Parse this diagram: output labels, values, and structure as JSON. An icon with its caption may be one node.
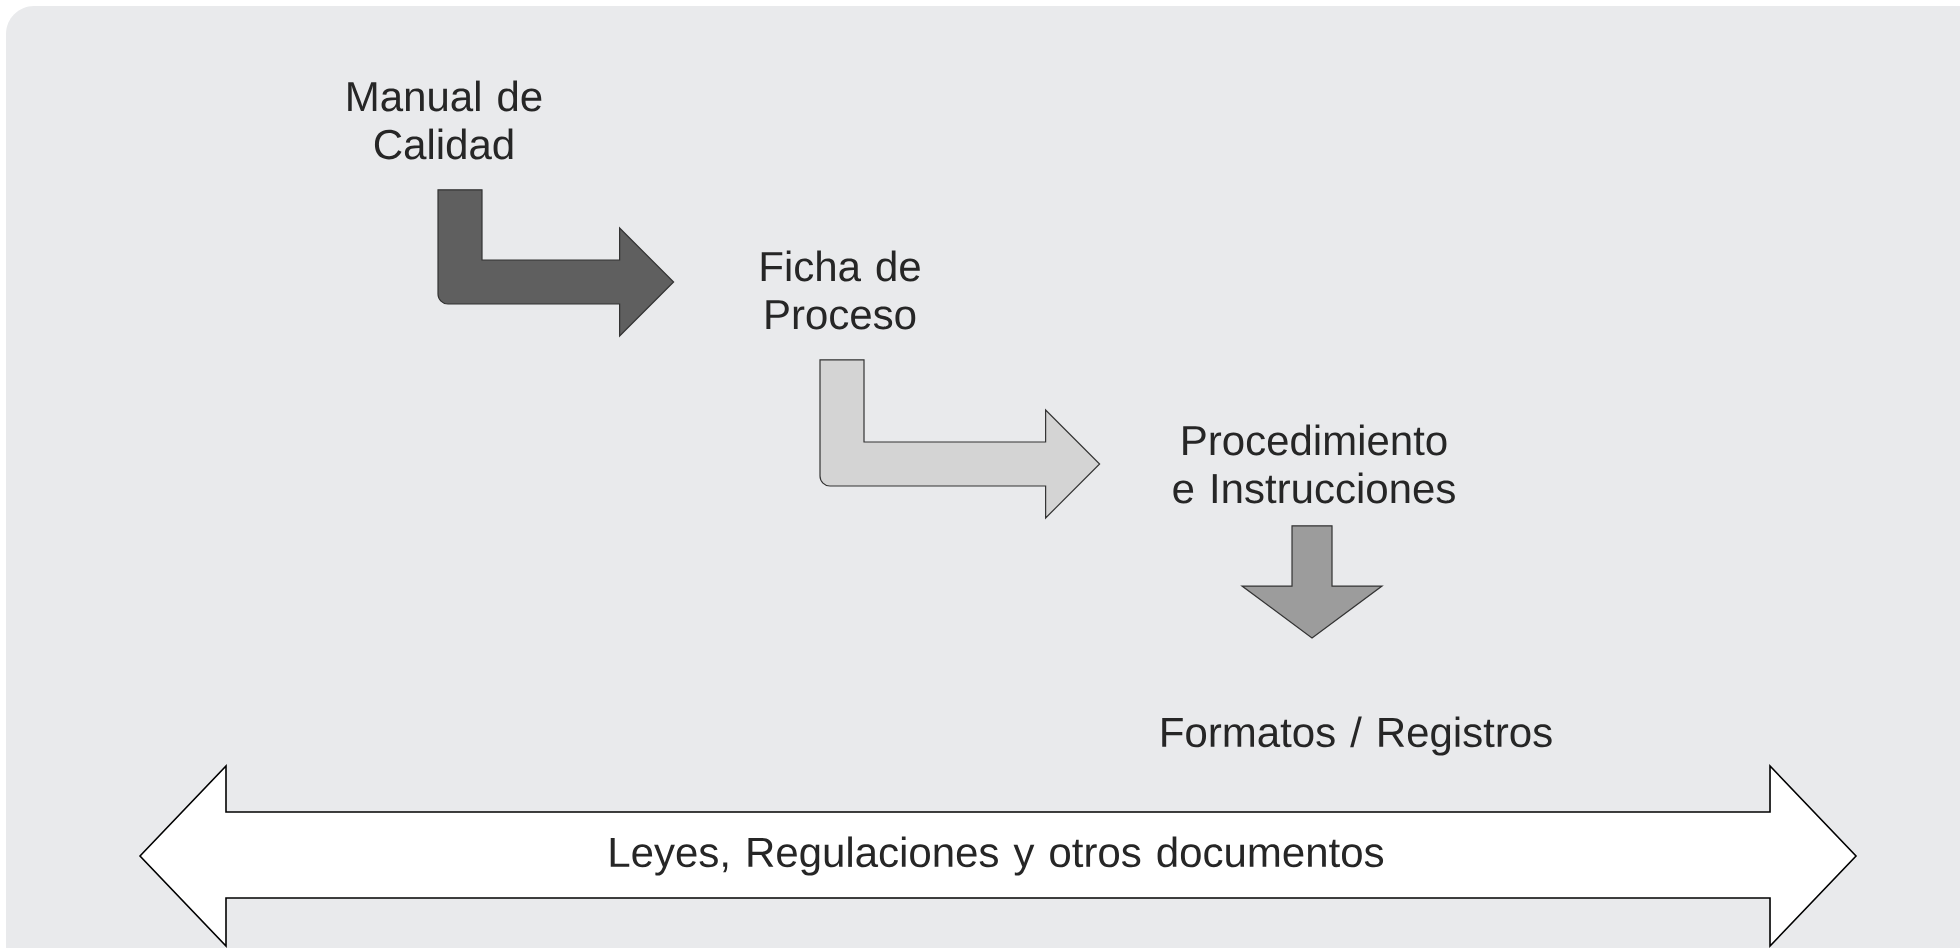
{
  "diagram": {
    "nodes": [
      {
        "text": [
          "Manual de Calidad"
        ]
      },
      {
        "text": [
          "Ficha de Proceso"
        ]
      },
      {
        "text": [
          "Procedimiento e Instrucciones"
        ]
      },
      {
        "text": [
          "Formatos / Registros"
        ]
      },
      {
        "text": [
          "Leyes, Regulaciones y otros documentos"
        ]
      }
    ],
    "edges": [
      {
        "from": 0,
        "to": 1,
        "arrow": "to",
        "color": "#5f5f5f"
      },
      {
        "from": 1,
        "to": 2,
        "arrow": "to",
        "color": "#d4d4d4"
      },
      {
        "from": 2,
        "to": 3,
        "arrow": "to",
        "color": "#9c9c9c"
      }
    ]
  }
}
